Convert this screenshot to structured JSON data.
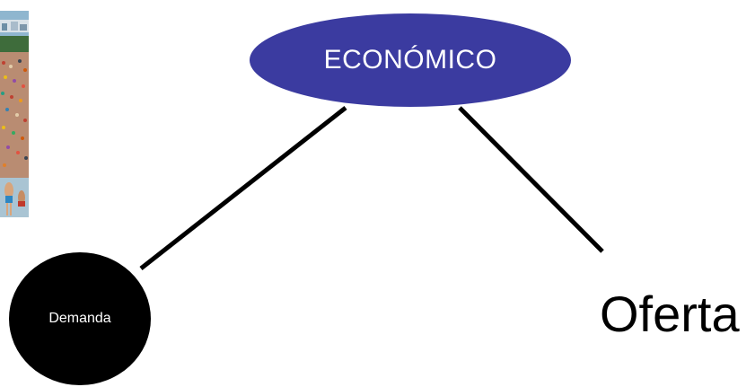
{
  "diagram": {
    "top_node": {
      "label": "ECONÓMICO",
      "fill_color": "#3b3ba0"
    },
    "left_node": {
      "label": "Demanda",
      "fill_color": "#000000"
    },
    "right_node": {
      "label": "Oferta"
    },
    "connector_color": "#000000"
  },
  "photo": {
    "subject": "crowded-beach-photo"
  }
}
